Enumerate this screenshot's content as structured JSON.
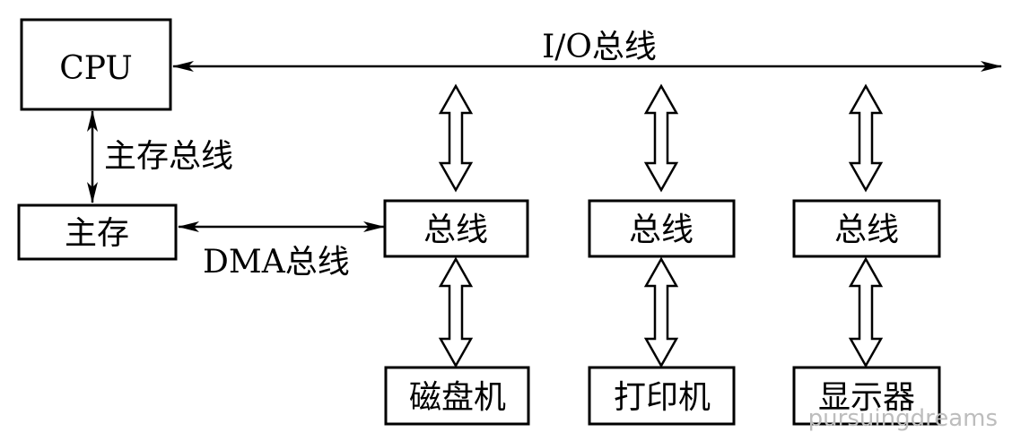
{
  "diagram": {
    "cpu": "CPU",
    "main_memory": "主存",
    "io_bus": "I/O总线",
    "memory_bus": "主存总线",
    "dma_bus": "DMA总线",
    "controllers": [
      {
        "label": "总线",
        "device": "磁盘机"
      },
      {
        "label": "总线",
        "device": "打印机"
      },
      {
        "label": "总线",
        "device": "显示器"
      }
    ]
  },
  "watermark": "pursuingdreams"
}
